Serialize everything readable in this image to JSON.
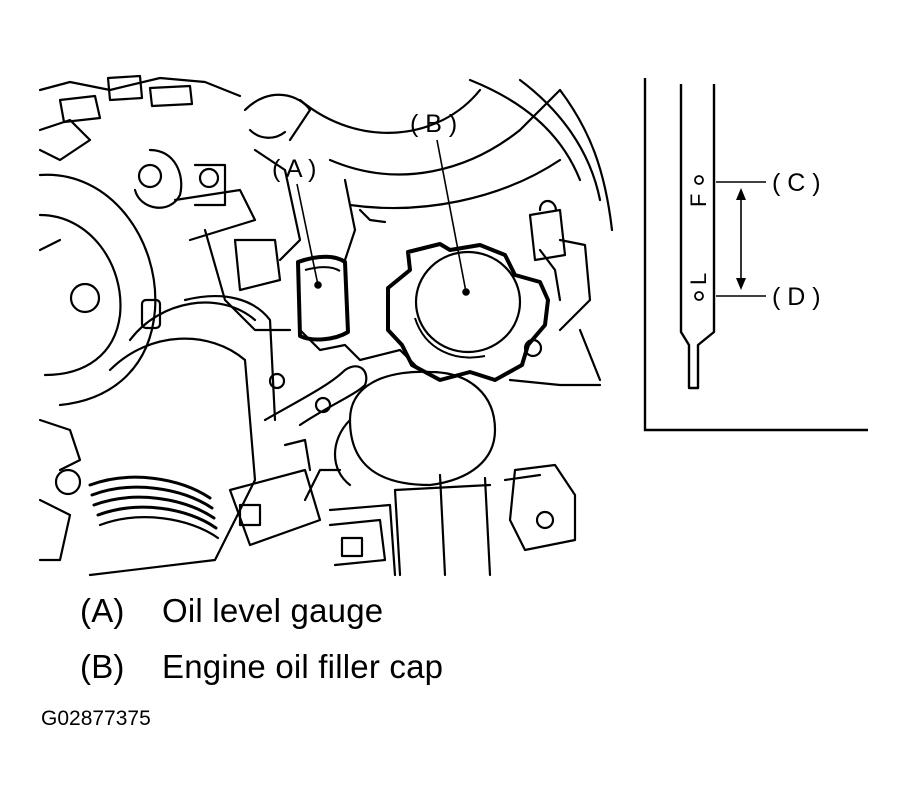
{
  "callouts": {
    "a": "( A )",
    "b": "( B )",
    "c": "( C )",
    "d": "( D )"
  },
  "dipstick_marks": {
    "full": "F",
    "low": "L"
  },
  "legend": [
    {
      "key": "(A)",
      "text": "Oil level gauge"
    },
    {
      "key": "(B)",
      "text": "Engine oil filler cap"
    }
  ],
  "figure_code": "G02877375"
}
